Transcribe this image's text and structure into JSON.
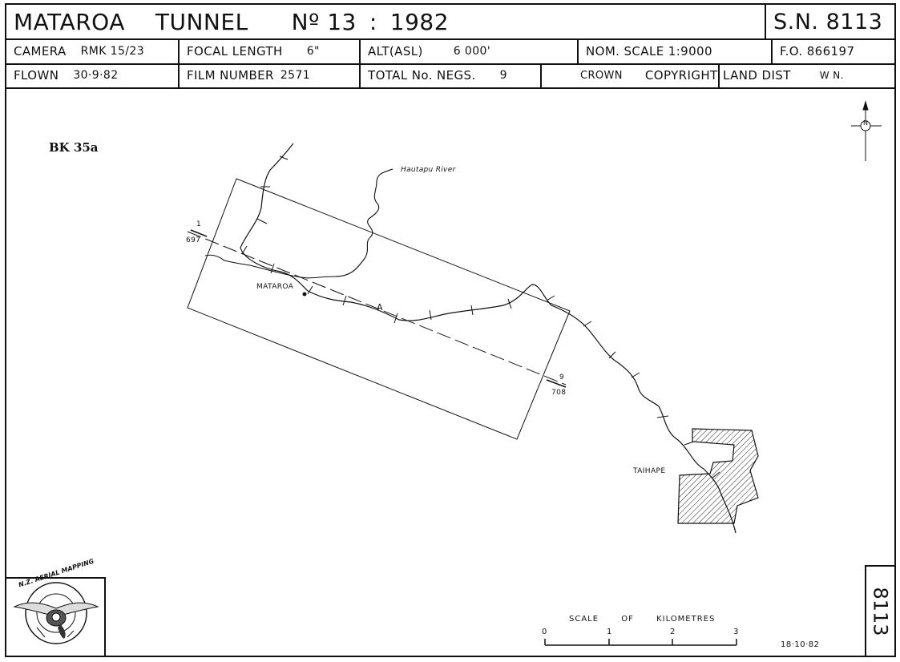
{
  "header": {
    "title_place": "MATAROA",
    "title_feature": "TUNNEL",
    "title_number": "Nº 13",
    "title_sep": ":",
    "title_year": "1982",
    "sn": "S.N. 8113",
    "camera_label": "CAMERA",
    "camera_value": "RMK 15/23",
    "focal_label": "FOCAL LENGTH",
    "focal_value": "6\"",
    "alt_label": "ALT(ASL)",
    "alt_value": "6 000'",
    "nom_scale": "NOM. SCALE 1:9000",
    "fo": "F.O. 866197",
    "flown_label": "FLOWN",
    "flown_value": "30·9·82",
    "film_label": "FILM NUMBER",
    "film_value": "2571",
    "negs_label": "TOTAL No. NEGS.",
    "negs_value": "9",
    "crown": "CROWN",
    "copyright": "COPYRIGHT",
    "land_label": "LAND DIST",
    "land_value": "W N."
  },
  "map": {
    "sheet_id": "BK 35a",
    "river": "Hautapu River",
    "town1": "MATAROA",
    "town2": "TAIHAPE",
    "run_marker": "A",
    "start_frame": "1",
    "start_film": "697",
    "end_frame": "9",
    "end_film": "708",
    "north": "N"
  },
  "scale": {
    "title_a": "SCALE",
    "title_b": "OF",
    "title_c": "KILOMETRES",
    "ticks": [
      "0",
      "1",
      "2",
      "3"
    ]
  },
  "footer": {
    "date": "18·10·82",
    "serial": "8113"
  },
  "logo": {
    "text": "N.Z. AERIAL MAPPING"
  }
}
